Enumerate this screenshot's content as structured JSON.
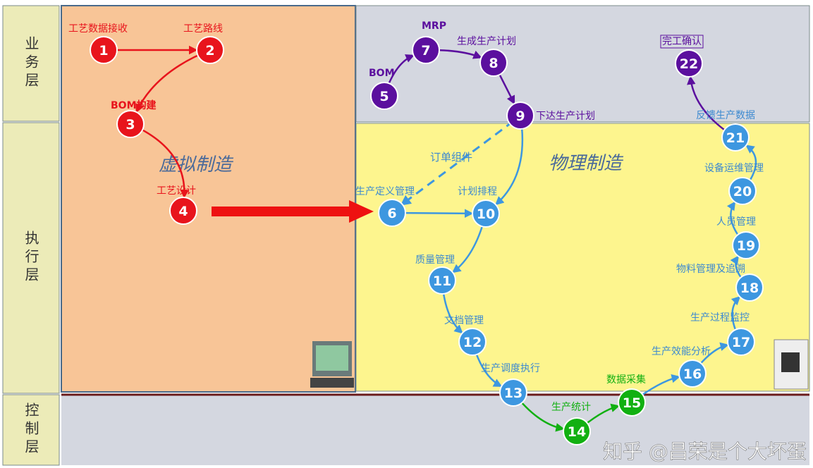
{
  "layers": {
    "business": "业务层",
    "execution": "执行层",
    "control": "控制层"
  },
  "regions": {
    "virtual": "虚拟制造",
    "physical": "物理制造"
  },
  "nodes": [
    {
      "n": "1",
      "label": "工艺数据接收",
      "color": "#e8141c"
    },
    {
      "n": "2",
      "label": "工艺路线",
      "color": "#e8141c"
    },
    {
      "n": "3",
      "label": "BOM构建",
      "color": "#e8141c"
    },
    {
      "n": "4",
      "label": "工艺设计",
      "color": "#e8141c"
    },
    {
      "n": "5",
      "label": "BOM",
      "color": "#5b0f9e"
    },
    {
      "n": "6",
      "label": "生产定义管理",
      "color": "#3d97e0"
    },
    {
      "n": "7",
      "label": "MRP",
      "color": "#5b0f9e"
    },
    {
      "n": "8",
      "label": "生成生产计划",
      "color": "#5b0f9e"
    },
    {
      "n": "9",
      "label": "下达生产计划",
      "color": "#5b0f9e"
    },
    {
      "n": "10",
      "label": "计划排程",
      "color": "#3d97e0"
    },
    {
      "n": "11",
      "label": "质量管理",
      "color": "#3d97e0"
    },
    {
      "n": "12",
      "label": "文档管理",
      "color": "#3d97e0"
    },
    {
      "n": "13",
      "label": "生产调度执行",
      "color": "#3d97e0"
    },
    {
      "n": "14",
      "label": "生产统计",
      "color": "#11b011"
    },
    {
      "n": "15",
      "label": "数据采集",
      "color": "#11b011"
    },
    {
      "n": "16",
      "label": "生产效能分析",
      "color": "#3d97e0"
    },
    {
      "n": "17",
      "label": "生产过程监控",
      "color": "#3d97e0"
    },
    {
      "n": "18",
      "label": "物料管理及追溯",
      "color": "#3d97e0"
    },
    {
      "n": "19",
      "label": "人员管理",
      "color": "#3d97e0"
    },
    {
      "n": "20",
      "label": "设备运维管理",
      "color": "#3d97e0"
    },
    {
      "n": "21",
      "label": "反馈生产数据",
      "color": "#3d97e0"
    },
    {
      "n": "22",
      "label": "完工确认",
      "color": "#5b0f9e"
    }
  ],
  "dashed_label": "订单组件",
  "watermark": "知乎 @昌荣是个大坏蛋"
}
